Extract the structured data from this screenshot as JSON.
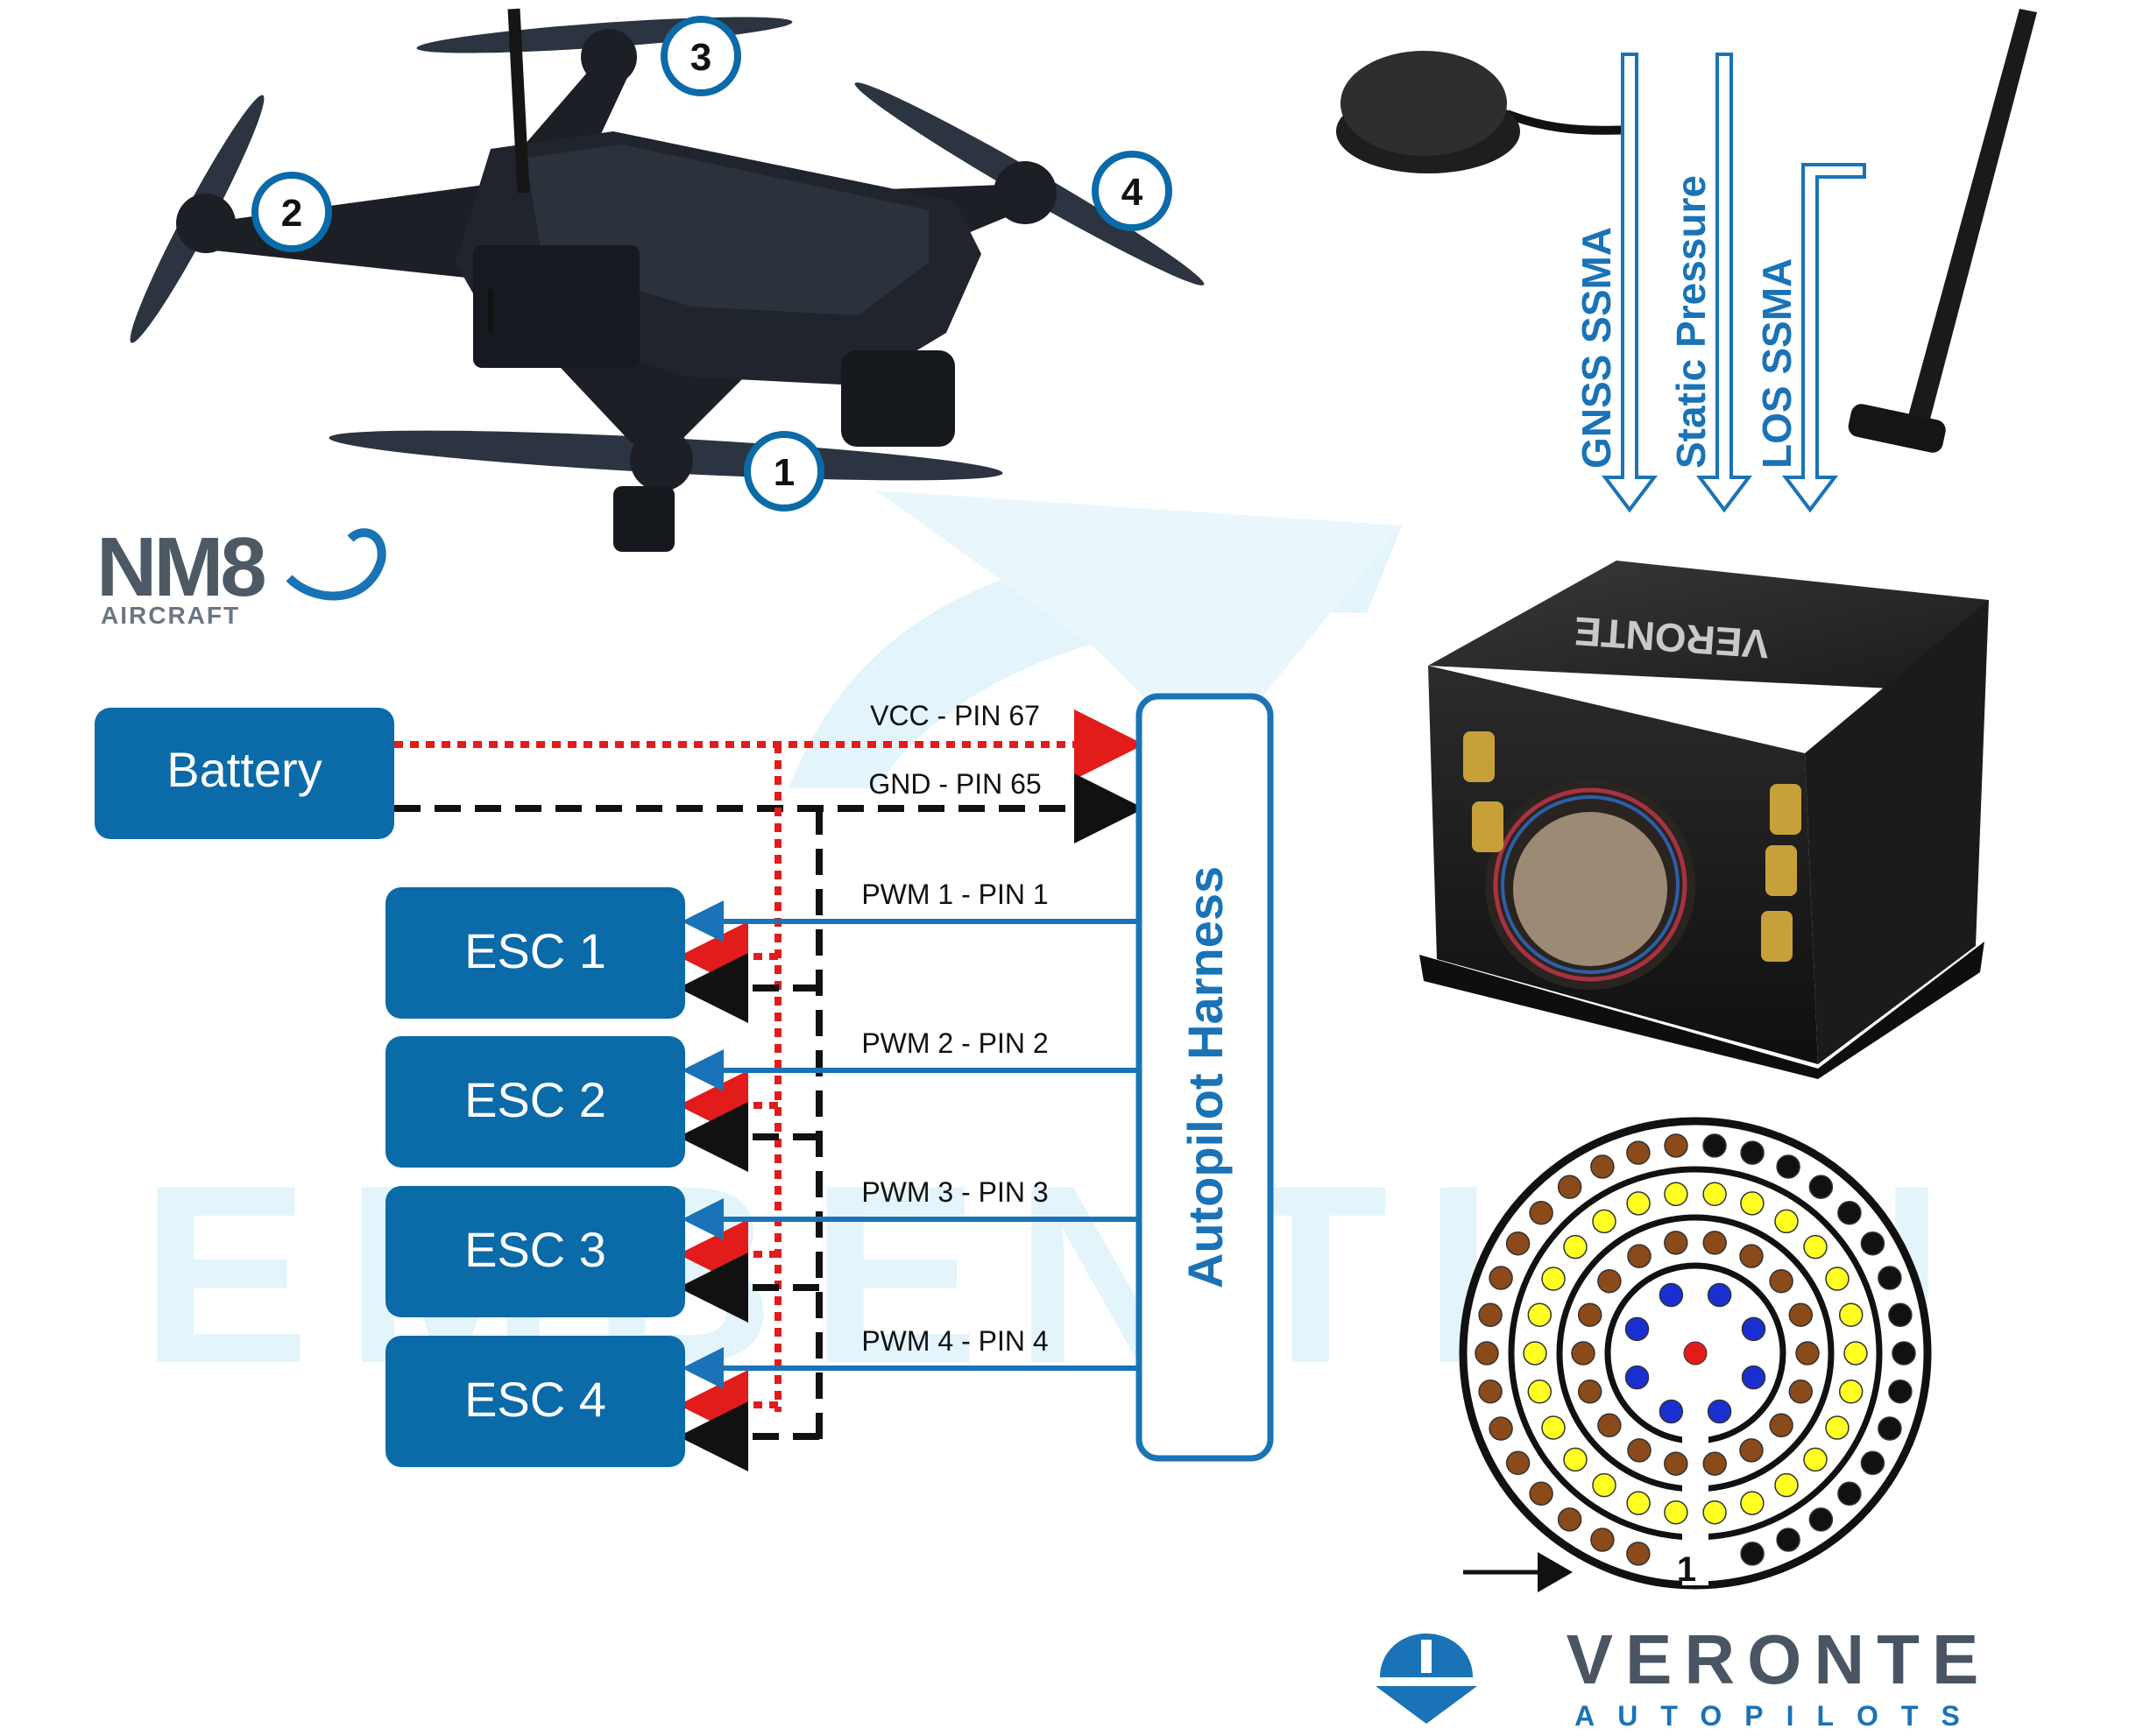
{
  "drone": {
    "motors": [
      "1",
      "2",
      "3",
      "4"
    ],
    "logo_main": "NM8",
    "logo_sub": "AIRCRAFT"
  },
  "antenna_labels": {
    "gnss": "GNSS SSMA",
    "static": "Static Pressure",
    "los": "LOS  SSMA"
  },
  "blocks": {
    "battery": "Battery",
    "esc1": "ESC 1",
    "esc2": "ESC 2",
    "esc3": "ESC 3",
    "esc4": "ESC 4",
    "harness": "Autopilot Harness"
  },
  "wires": {
    "vcc": "VCC - PIN 67",
    "gnd": "GND - PIN 65",
    "pwm1": "PWM 1 - PIN 1",
    "pwm2": "PWM 2 - PIN 2",
    "pwm3": "PWM 3 - PIN 3",
    "pwm4": "PWM 4 - PIN 4"
  },
  "connector": {
    "pin_one_label": "1"
  },
  "watermark": "EMBENTION",
  "brand": {
    "name": "VERONTE",
    "tagline": "AUTOPILOTS"
  },
  "colors": {
    "block_blue": "#0b6aa8",
    "pwm_blue": "#1a73b6",
    "vcc_red": "#e21b1b",
    "gnd_black": "#111111",
    "watermark": "#e3f4fb"
  }
}
